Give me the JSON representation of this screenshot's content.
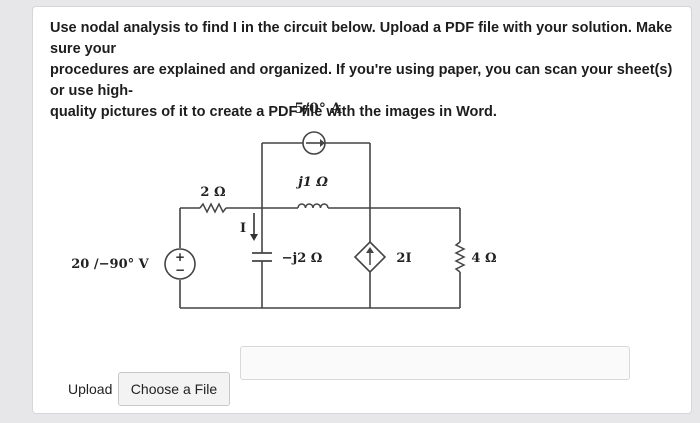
{
  "question": {
    "line1": "Use nodal analysis to find I in the circuit below. Upload a PDF file with your solution. Make sure your",
    "line2": "procedures are explained and organized. If you're using paper, you can scan your sheet(s) or use high-",
    "line3": "quality pictures of it to create a PDF file with the images in Word."
  },
  "circuit": {
    "current_source_top": "5/0° A",
    "resistor_2": "2 Ω",
    "inductor": "j1 Ω",
    "current_label": "I",
    "voltage_source": "20 /−90° V",
    "capacitor": "−j2 Ω",
    "dependent_source": "2I",
    "resistor_4": "4 Ω",
    "plus_sign": "+",
    "minus_sign": "−"
  },
  "upload": {
    "label": "Upload",
    "button": "Choose a File"
  }
}
